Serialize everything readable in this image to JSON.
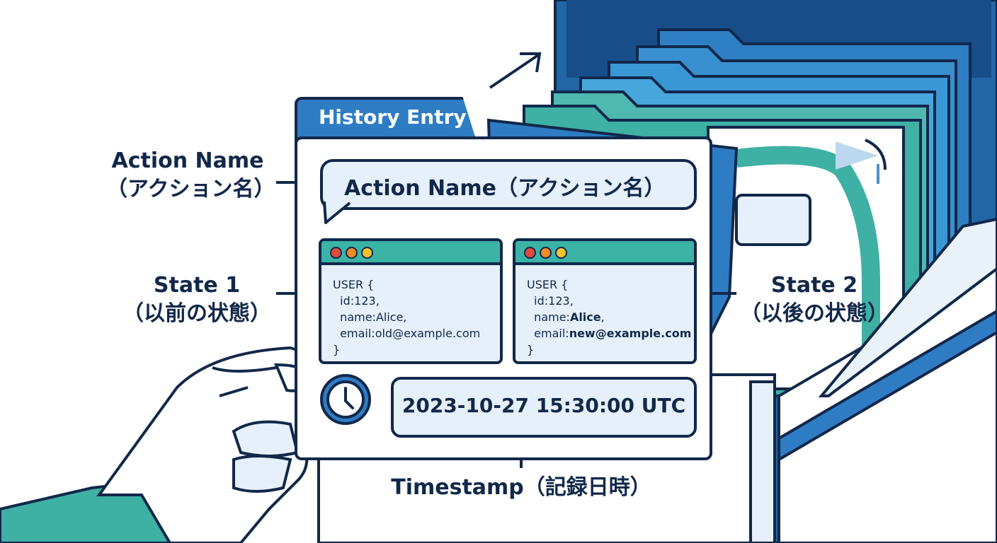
{
  "callouts": {
    "action_name": {
      "line1": "Action Name",
      "line2": "（アクション名）"
    },
    "state1": {
      "line1": "State 1",
      "line2": "（以前の状態）"
    },
    "state2": {
      "line1": "State 2",
      "line2": "（以後の状態）"
    },
    "timestamp": "Timestamp（記録日時）"
  },
  "card": {
    "tab_title": "History Entry",
    "action_label": "Action Name（アクション名）",
    "state_before": {
      "l1": "USER {",
      "l2": "  id:123,",
      "l3": "  name:Alice,",
      "l4": "  email:old@example.com",
      "l5": "}"
    },
    "state_after": {
      "l1": "USER {",
      "l2": "  id:123,",
      "l3": "  name:",
      "l3b": "Alice",
      "l3c": ",",
      "l4": "  email:",
      "l4b": "new@example.com",
      "l5": "}"
    },
    "timestamp": "2023-10-27 15:30:00 UTC"
  },
  "icons": {
    "clock": "clock-icon",
    "hand": "hand-illustration",
    "folders": "folder-stack-illustration"
  },
  "colors": {
    "navy": "#12284a",
    "blue": "#2e7cc4",
    "teal": "#3bb3a6",
    "light": "#e6f0fa"
  }
}
